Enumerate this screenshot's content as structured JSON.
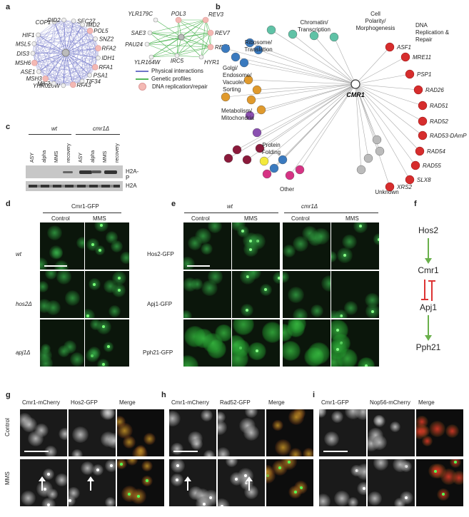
{
  "panels": {
    "a": "a",
    "b": "b",
    "c": "c",
    "d": "d",
    "e": "e",
    "f": "f",
    "g": "g",
    "h": "h",
    "i": "i"
  },
  "a": {
    "network1_genes": [
      "COP1",
      "DID2",
      "SEC27",
      "IMD2",
      "POL5",
      "SNZ2",
      "RFA2",
      "IDH1",
      "RFA1",
      "PSA1",
      "TIF34",
      "RFA3",
      "YHR020W",
      "MIF2",
      "MSH3",
      "ASE1",
      "MSH6",
      "DIS3",
      "MSL5",
      "HIF1"
    ],
    "network2_genes": [
      "YLR179C",
      "POL3",
      "REV3",
      "SAE3",
      "REV7",
      "PAU24",
      "REV1",
      "YLR164W",
      "IRC5",
      "HYR1"
    ],
    "legend": [
      "Physical interactions",
      "Genetic profiles",
      "DNA replication/repair"
    ],
    "colors": {
      "physical": "#6f74c8",
      "genetic": "#55b85a",
      "repair": "#f4b9b4"
    }
  },
  "b": {
    "center": "CMR1",
    "categories": [
      "Chromatin/ Transcription",
      "Cell Polarity/ Morphogenesis",
      "DNA Replication & Repair",
      "Ribosome/ Translation",
      "Golgi/ Endosome/ Vacuole/ Sorting",
      "Metabolism/ Mitochondria",
      "Protein Folding",
      "Other",
      "Unknown"
    ],
    "repair_genes": [
      "ASF1",
      "MRE11",
      "PSP1",
      "RAD26",
      "RAD51",
      "RAD52",
      "RAD53-DAmP",
      "RAD54",
      "RAD55",
      "SLX8",
      "XRS2"
    ]
  },
  "c": {
    "strains": [
      "wt",
      "cmr1Δ"
    ],
    "lanes": [
      "ASY",
      "alpha",
      "MMS",
      "recovery",
      "ASY",
      "alpha",
      "MMS",
      "recovery"
    ],
    "bands": [
      "H2A-P",
      "H2A"
    ]
  },
  "d": {
    "header": "Cmr1-GFP",
    "columns": [
      "Control",
      "MMS"
    ],
    "rows": [
      "wt",
      "hos2Δ",
      "apj1Δ"
    ]
  },
  "e": {
    "strains": [
      "wt",
      "cmr1Δ"
    ],
    "columns": [
      "Control",
      "MMS",
      "Control",
      "MMS"
    ],
    "rows": [
      "Hos2-GFP",
      "Apj1-GFP",
      "Pph21-GFP"
    ]
  },
  "f": {
    "nodes": [
      "Hos2",
      "Cmr1",
      "Apj1",
      "Pph21"
    ]
  },
  "g": {
    "headers": [
      "Cmr1-mCherry",
      "Hos2-GFP",
      "Merge"
    ]
  },
  "h": {
    "headers": [
      "Cmr1-mCherry",
      "Rad52-GFP",
      "Merge"
    ]
  },
  "i": {
    "headers": [
      "Cmr1-GFP",
      "Nop56-mCherry",
      "Merge"
    ]
  },
  "ghi_rows": [
    "Control",
    "MMS"
  ]
}
